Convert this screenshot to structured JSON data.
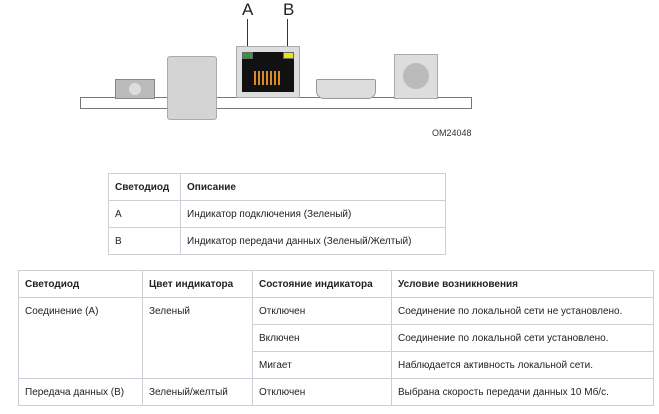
{
  "figure": {
    "label_a": "A",
    "label_b": "B",
    "code": "OM24048",
    "led_colors": {
      "a": "#2e9a3a",
      "b": "#e8e21a"
    }
  },
  "table1": {
    "headers": [
      "Светодиод",
      "Описание"
    ],
    "rows": [
      [
        "A",
        "Индикатор подключения (Зеленый)"
      ],
      [
        "B",
        "Индикатор передачи данных (Зеленый/Желтый)"
      ]
    ]
  },
  "table2": {
    "headers": [
      "Светодиод",
      "Цвет индикатора",
      "Состояние индикатора",
      "Условие возникновения"
    ],
    "rows": [
      {
        "led": "Соединение (A)",
        "color": "Зеленый",
        "states": [
          [
            "Отключен",
            "Соединение по локальной сети не установлено."
          ],
          [
            "Включен",
            "Соединение по локальной сети установлено."
          ],
          [
            "Мигает",
            "Наблюдается активность локальной сети."
          ]
        ]
      },
      {
        "led": "Передача данных (B)",
        "color": "Зеленый/желтый",
        "states": [
          [
            "Отключен",
            "Выбрана скорость передачи данных 10 Мб/с."
          ]
        ]
      }
    ]
  }
}
